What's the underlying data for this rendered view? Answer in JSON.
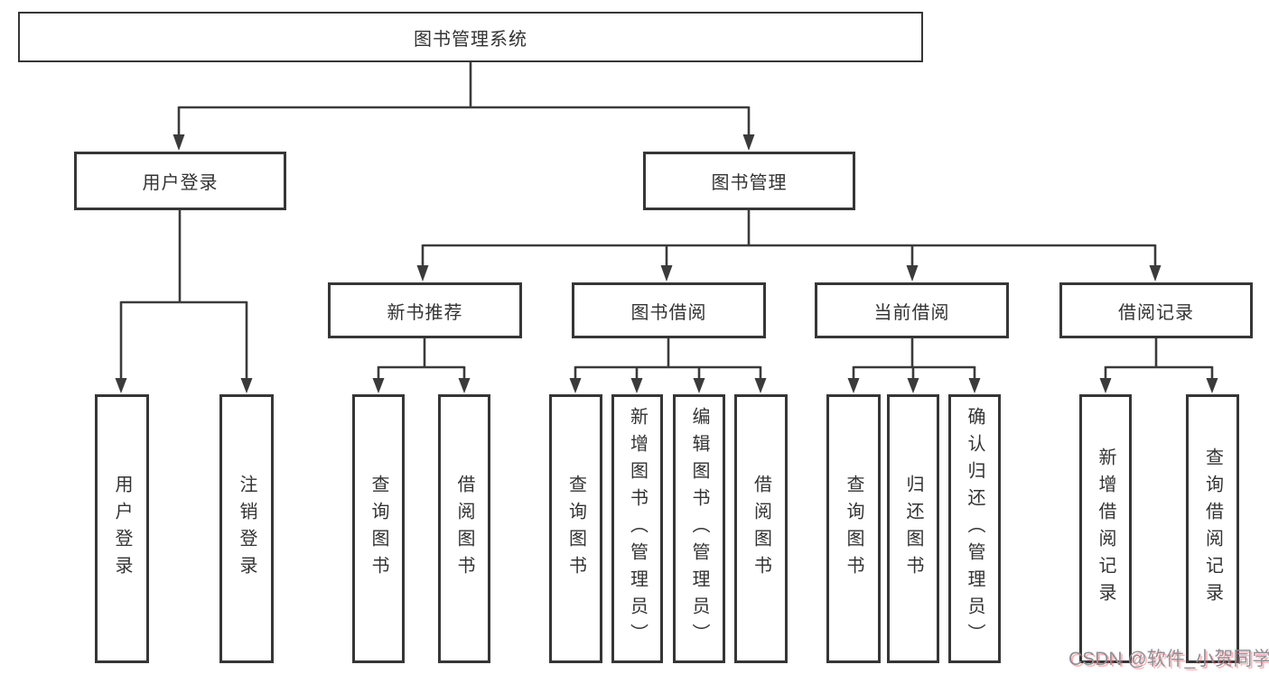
{
  "diagram": {
    "type": "hierarchy-tree",
    "title": "图书管理系统",
    "branches": [
      {
        "label": "用户登录",
        "children": [
          {
            "label": "用户登录"
          },
          {
            "label": "注销登录"
          }
        ]
      },
      {
        "label": "图书管理",
        "children": [
          {
            "label": "新书推荐",
            "children": [
              {
                "label": "查询图书"
              },
              {
                "label": "借阅图书"
              }
            ]
          },
          {
            "label": "图书借阅",
            "children": [
              {
                "label": "查询图书"
              },
              {
                "label": "新增图书（管理员）"
              },
              {
                "label": "编辑图书（管理员）"
              },
              {
                "label": "借阅图书"
              }
            ]
          },
          {
            "label": "当前借阅",
            "children": [
              {
                "label": "查询图书"
              },
              {
                "label": "归还图书"
              },
              {
                "label": "确认归还（管理员）"
              }
            ]
          },
          {
            "label": "借阅记录",
            "children": [
              {
                "label": "新增借阅记录"
              },
              {
                "label": "查询借阅记录"
              }
            ]
          }
        ]
      }
    ],
    "colors": {
      "line": "#3b3b3b",
      "box_border": "#363636",
      "text": "#333333",
      "background": "#ffffff"
    }
  },
  "watermark": {
    "text": "CSDN @软件_小贺同学",
    "color": "#8f8f96",
    "shadow_color": "#fa5a62"
  }
}
